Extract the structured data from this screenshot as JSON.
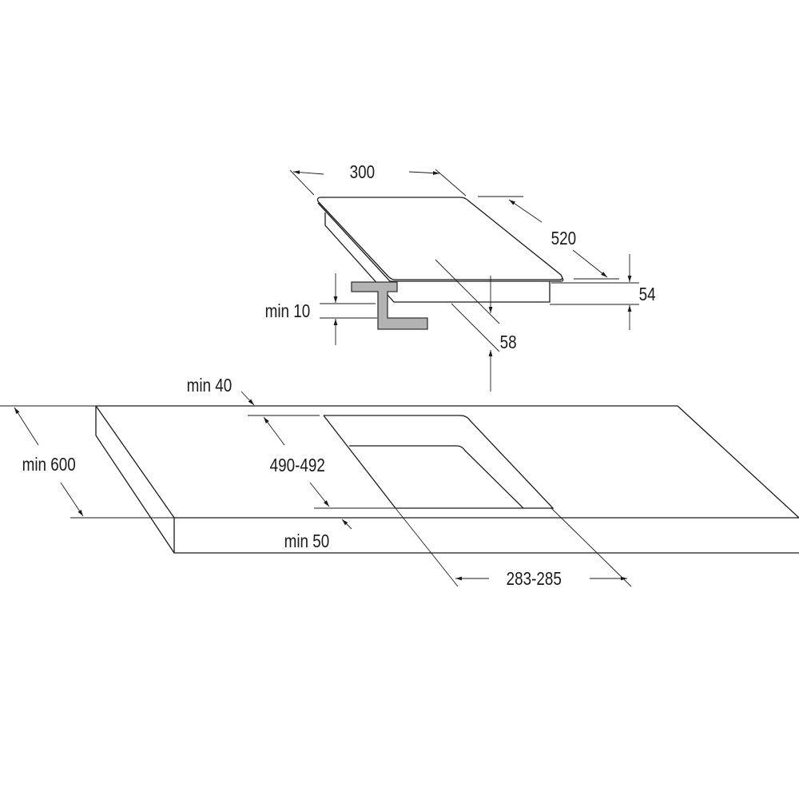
{
  "hob": {
    "width_label": "300",
    "depth_label": "520",
    "height_label": "54",
    "depth_below_label": "58",
    "bracket_label": "min 10"
  },
  "worktop": {
    "rear_gap_label": "min 40",
    "depth_label": "min 600",
    "cutout_depth_label": "490-492",
    "front_gap_label": "min 50",
    "cutout_width_label": "283-285"
  },
  "colors": {
    "line": "#1a1a1a",
    "bracket_fill": "#b3b3b3"
  }
}
